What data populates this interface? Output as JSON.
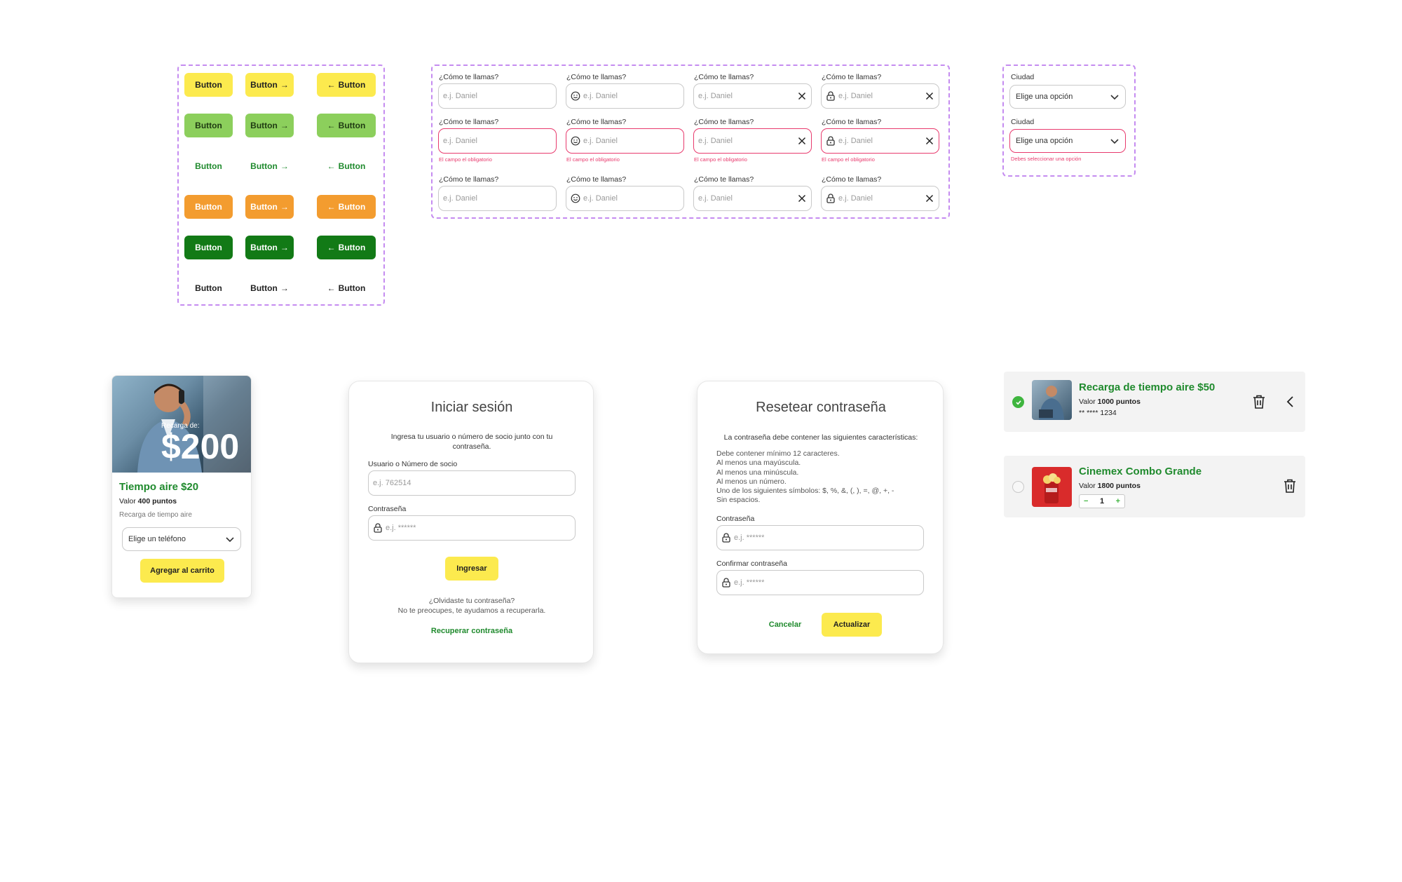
{
  "buttons": {
    "label": "Button"
  },
  "inputs": {
    "label": "¿Cómo te llamas?",
    "placeholder": "e.j. Daniel",
    "error": "El campo el obligatorio"
  },
  "selects": {
    "label": "Ciudad",
    "value": "Elige una opción",
    "error": "Debes seleccionar una opción"
  },
  "product_card": {
    "banner_small": "Recarga de:",
    "banner_amount": "$200",
    "title": "Tiempo aire $20",
    "value_prefix": "Valor",
    "value_points": "400 puntos",
    "subtitle": "Recarga de tiempo aire",
    "select_value": "Elige un teléfono",
    "cta": "Agregar al carrito"
  },
  "login": {
    "title": "Iniciar sesión",
    "description": "Ingresa tu usuario o número de socio junto con tu contraseña.",
    "user_label": "Usuario o Número de socio",
    "user_placeholder": "e.j. 762514",
    "password_label": "Contraseña",
    "password_placeholder": "e.j. ******",
    "submit": "Ingresar",
    "forgot_line1": "¿Olvidaste tu contraseña?",
    "forgot_line2": "No te preocupes, te ayudamos a recuperarla.",
    "recover_link": "Recuperar contraseña"
  },
  "reset": {
    "title": "Resetear contraseña",
    "intro": "La contraseña debe contener las siguientes características:",
    "rules": [
      "Debe contener mínimo 12 caracteres.",
      "Al menos una mayúscula.",
      "Al menos una minúscula.",
      "Al menos un número.",
      "Uno de los siguientes símbolos: $, %, &, (, ), =, @, +, -",
      "Sin espacios."
    ],
    "password_label": "Contraseña",
    "password_placeholder": "e.j. ******",
    "confirm_label": "Confirmar contraseña",
    "confirm_placeholder": "e.j. ******",
    "cancel": "Cancelar",
    "submit": "Actualizar"
  },
  "cart": {
    "items": [
      {
        "title": "Recarga de tiempo aire $50",
        "value_prefix": "Valor",
        "value_points": "1000 puntos",
        "detail": "** **** 1234",
        "selected": true
      },
      {
        "title": "Cinemex Combo Grande",
        "value_prefix": "Valor",
        "value_points": "1800 puntos",
        "quantity": "1",
        "selected": false
      }
    ]
  },
  "colors": {
    "yellow": "#fcea4e",
    "light_green": "#8ccf5c",
    "orange": "#f39c2f",
    "dark_green": "#127a16",
    "error": "#e83a6d",
    "dashed": "#c58cf0"
  }
}
